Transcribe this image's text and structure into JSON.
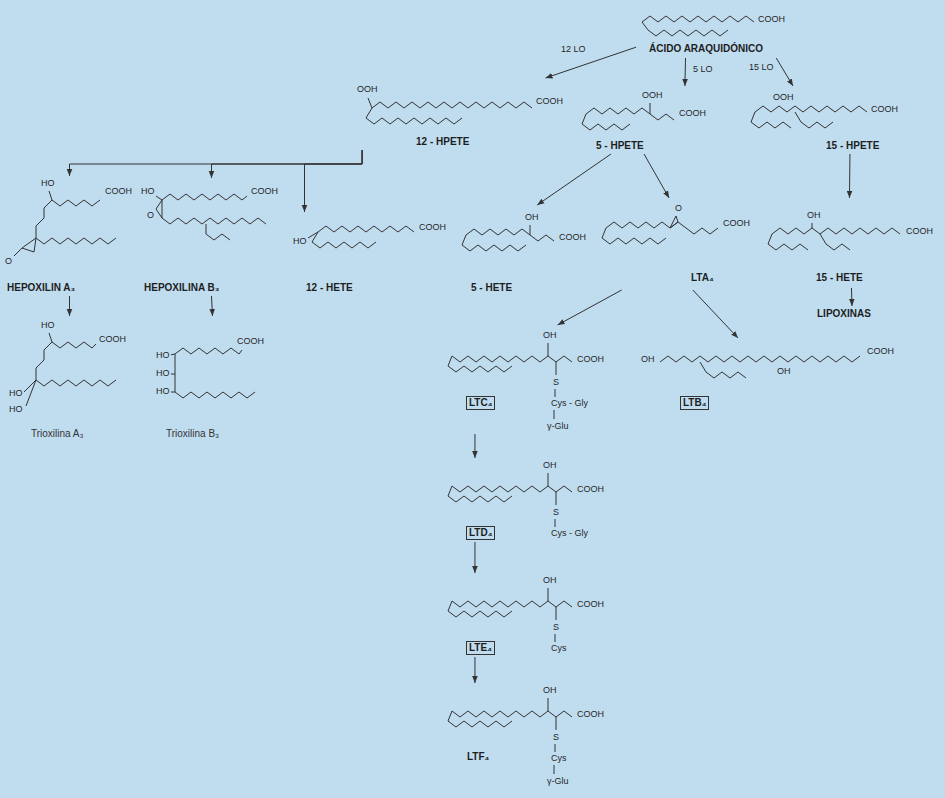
{
  "diagram": {
    "nodes": [
      {
        "text": [
          "COOH",
          "ÁCIDO ARAQUIDÓNICO"
        ]
      },
      {
        "text": [
          "OOH",
          "COOH",
          "12 - HPETE"
        ]
      },
      {
        "text": [
          "OOH",
          "COOH",
          "5 - HPETE"
        ]
      },
      {
        "text": [
          "OOH",
          "COOH",
          "15 - HPETE"
        ]
      },
      {
        "text": [
          "HO",
          "COOH",
          "O",
          "HEPOXILIN A₃"
        ]
      },
      {
        "text": [
          "HO",
          "COOH",
          "O",
          "HEPOXILINA B₃"
        ]
      },
      {
        "text": [
          "HO",
          "COOH",
          "12 - HETE"
        ]
      },
      {
        "text": [
          "OH",
          "COOH",
          "5 - HETE"
        ]
      },
      {
        "text": [
          "O",
          "COOH",
          "LTA₄"
        ]
      },
      {
        "text": [
          "OH",
          "COOH",
          "15 - HETE"
        ]
      },
      {
        "text": [
          "LIPOXINAS"
        ]
      },
      {
        "text": [
          "HO",
          "COOH",
          "HO",
          "HO",
          "Trioxilina A₃"
        ]
      },
      {
        "text": [
          "COOH",
          "HO",
          "HO",
          "HO",
          "Trioxilina B₃"
        ]
      },
      {
        "text": [
          "OH",
          "COOH",
          "S",
          "LTC₄",
          "Cys - Gly",
          "γ-Glu"
        ]
      },
      {
        "text": [
          "OH",
          "COOH",
          "OH",
          "LTB₄"
        ]
      },
      {
        "text": [
          "OH",
          "COOH",
          "S",
          "LTD₄",
          "Cys - Gly"
        ]
      },
      {
        "text": [
          "OH",
          "COOH",
          "S",
          "LTE₄",
          "Cys"
        ]
      },
      {
        "text": [
          "OH",
          "COOH",
          "S",
          "LTF₄",
          "Cys",
          "γ-Glu"
        ]
      }
    ],
    "edges": [
      {
        "from": 0,
        "to": 1,
        "label": "12 LO",
        "arrow": "to"
      },
      {
        "from": 0,
        "to": 2,
        "label": "5 LO",
        "arrow": "to"
      },
      {
        "from": 0,
        "to": 3,
        "label": "15 LO",
        "arrow": "to"
      },
      {
        "from": 1,
        "to": 4,
        "arrow": "to"
      },
      {
        "from": 1,
        "to": 5,
        "arrow": "to"
      },
      {
        "from": 1,
        "to": 6,
        "arrow": "to"
      },
      {
        "from": 2,
        "to": 7,
        "arrow": "to"
      },
      {
        "from": 2,
        "to": 8,
        "arrow": "to"
      },
      {
        "from": 3,
        "to": 9,
        "arrow": "to"
      },
      {
        "from": 4,
        "to": 11,
        "arrow": "to"
      },
      {
        "from": 5,
        "to": 12,
        "arrow": "to"
      },
      {
        "from": 8,
        "to": 13,
        "arrow": "to"
      },
      {
        "from": 8,
        "to": 14,
        "arrow": "to"
      },
      {
        "from": 9,
        "to": 10,
        "arrow": "to"
      },
      {
        "from": 13,
        "to": 15,
        "arrow": "to"
      },
      {
        "from": 15,
        "to": 16,
        "arrow": "to"
      },
      {
        "from": 16,
        "to": 17,
        "arrow": "to"
      }
    ]
  }
}
